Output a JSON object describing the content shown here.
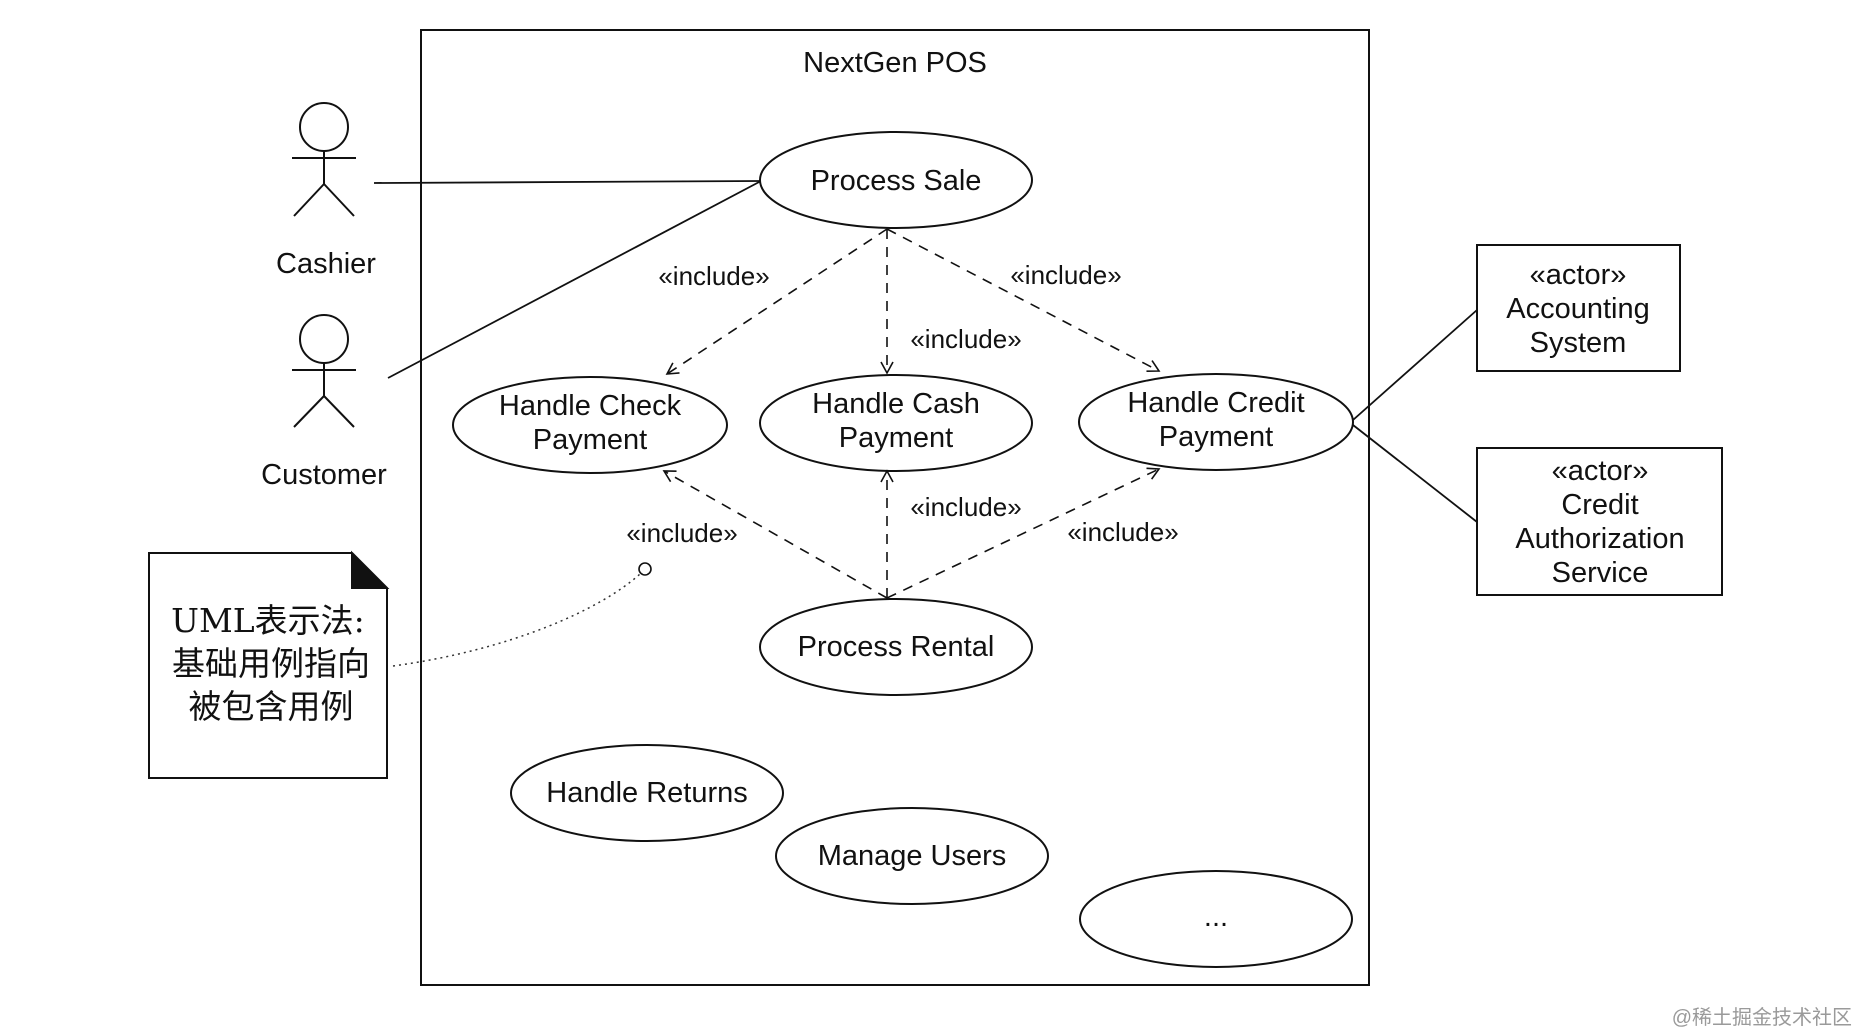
{
  "system": {
    "title": "NextGen POS"
  },
  "actors": [
    {
      "label": "Cashier"
    },
    {
      "label": "Customer"
    }
  ],
  "use_cases": {
    "process_sale": [
      "Process Sale"
    ],
    "handle_check_payment": [
      "Handle Check",
      "Payment"
    ],
    "handle_cash_payment": [
      "Handle Cash",
      "Payment"
    ],
    "handle_credit_payment": [
      "Handle Credit",
      "Payment"
    ],
    "process_rental": [
      "Process Rental"
    ],
    "handle_returns": [
      "Handle Returns"
    ],
    "manage_users": [
      "Manage Users"
    ],
    "more": [
      "..."
    ]
  },
  "external_actors": {
    "accounting": [
      "«actor»",
      "Accounting",
      "System"
    ],
    "credit_auth": [
      "«actor»",
      "Credit",
      "Authorization",
      "Service"
    ]
  },
  "relations": {
    "include_label": "«include»"
  },
  "note": {
    "lines": [
      "UML表示法:",
      "基础用例指向",
      "被包含用例"
    ]
  },
  "watermark": "@稀土掘金技术社区"
}
